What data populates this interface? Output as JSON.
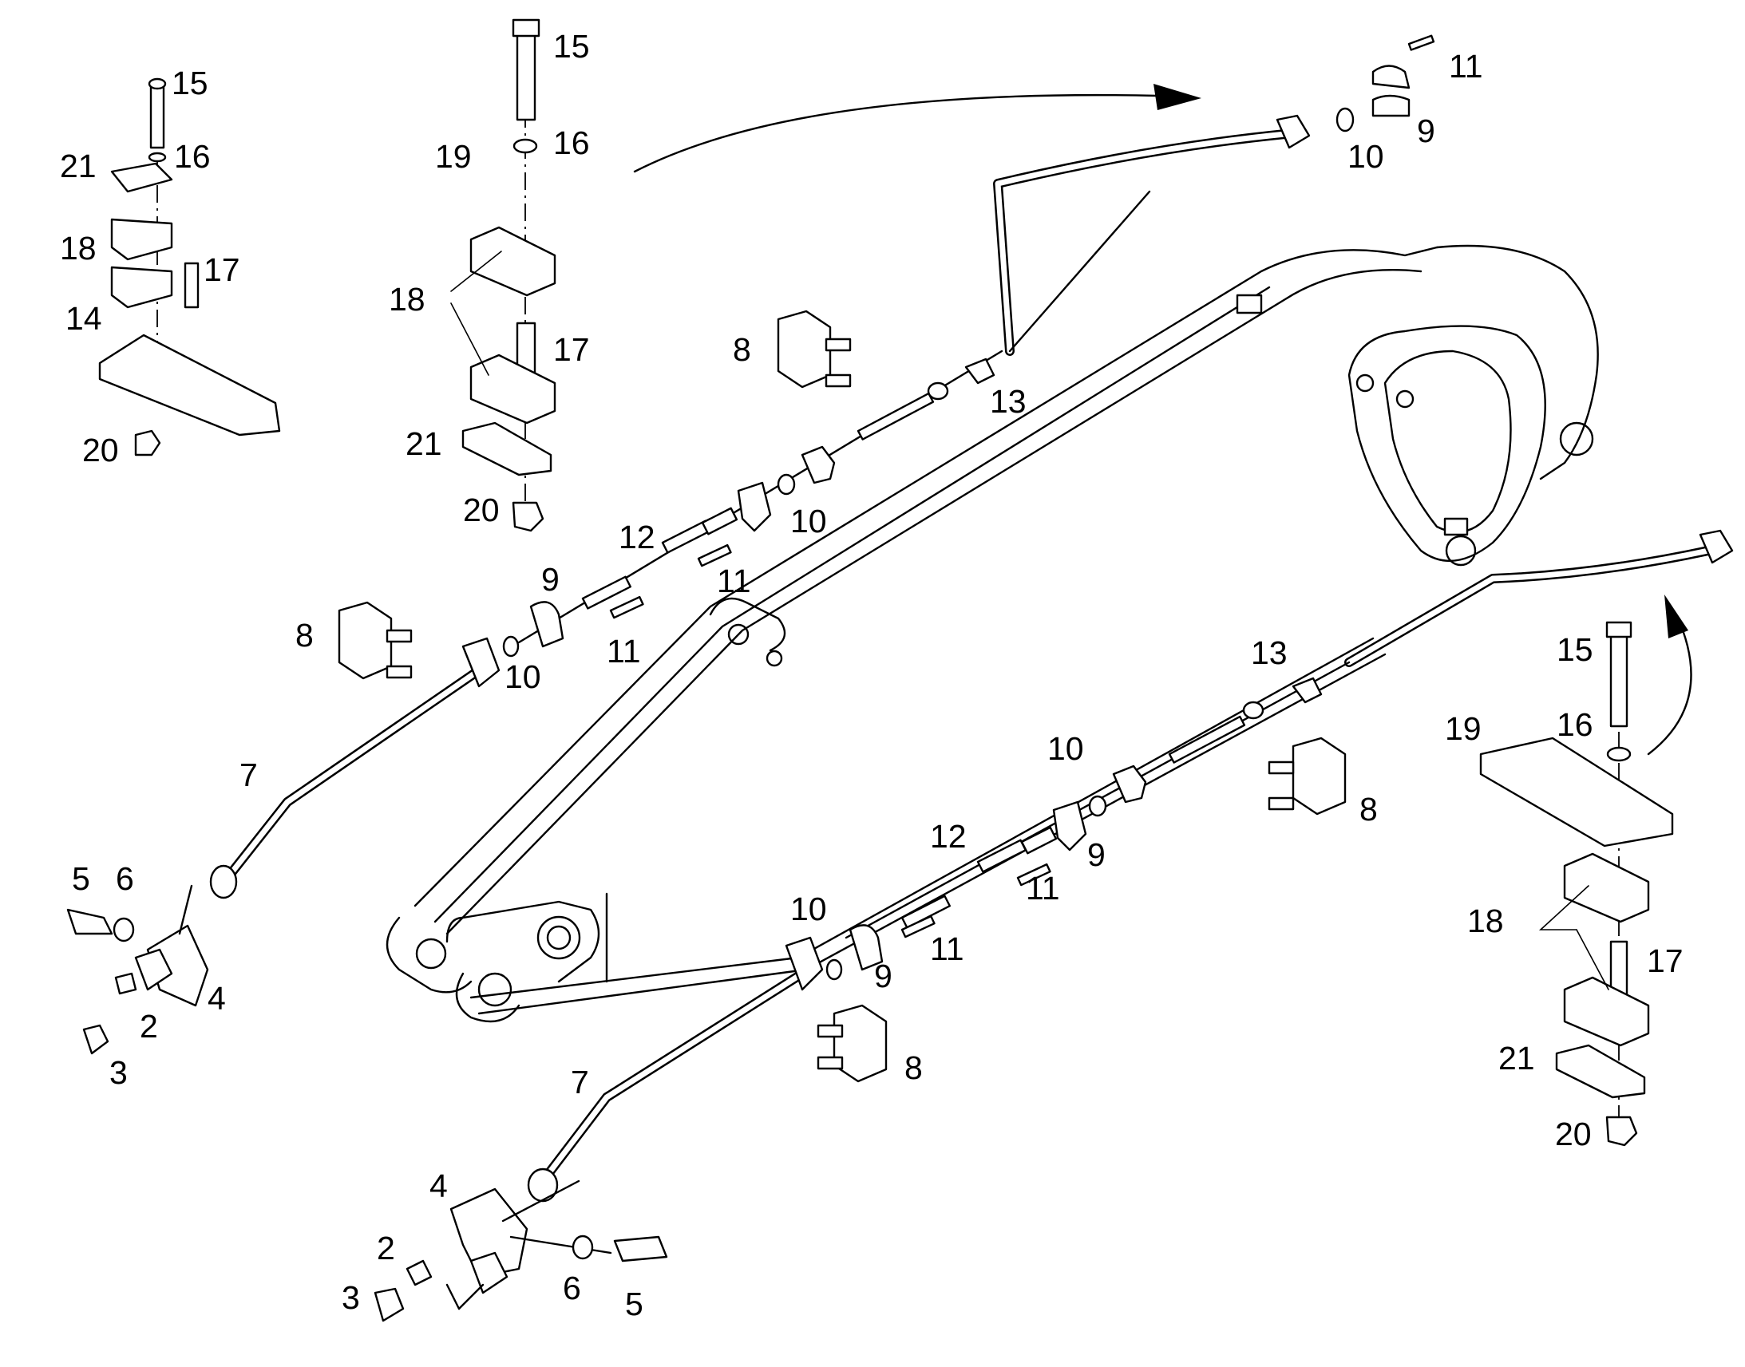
{
  "callouts": [
    {
      "id": "c01",
      "text": "15"
    },
    {
      "id": "c02",
      "text": "16"
    },
    {
      "id": "c03",
      "text": "21"
    },
    {
      "id": "c04",
      "text": "18"
    },
    {
      "id": "c05",
      "text": "17"
    },
    {
      "id": "c06",
      "text": "14"
    },
    {
      "id": "c07",
      "text": "20"
    },
    {
      "id": "c08",
      "text": "15"
    },
    {
      "id": "c09",
      "text": "19"
    },
    {
      "id": "c10",
      "text": "16"
    },
    {
      "id": "c11",
      "text": "18"
    },
    {
      "id": "c12",
      "text": "17"
    },
    {
      "id": "c13",
      "text": "21"
    },
    {
      "id": "c14",
      "text": "20"
    },
    {
      "id": "c15",
      "text": "11"
    },
    {
      "id": "c16",
      "text": "9"
    },
    {
      "id": "c17",
      "text": "10"
    },
    {
      "id": "c18",
      "text": "8"
    },
    {
      "id": "c19",
      "text": "13"
    },
    {
      "id": "c20",
      "text": "10"
    },
    {
      "id": "c21",
      "text": "12"
    },
    {
      "id": "c22",
      "text": "11"
    },
    {
      "id": "c23",
      "text": "9"
    },
    {
      "id": "c24",
      "text": "11"
    },
    {
      "id": "c25",
      "text": "8"
    },
    {
      "id": "c26",
      "text": "10"
    },
    {
      "id": "c27",
      "text": "7"
    },
    {
      "id": "c28",
      "text": "5"
    },
    {
      "id": "c29",
      "text": "6"
    },
    {
      "id": "c30",
      "text": "4"
    },
    {
      "id": "c31",
      "text": "2"
    },
    {
      "id": "c32",
      "text": "3"
    },
    {
      "id": "c33",
      "text": "13"
    },
    {
      "id": "c34",
      "text": "10"
    },
    {
      "id": "c35",
      "text": "8"
    },
    {
      "id": "c36",
      "text": "12"
    },
    {
      "id": "c37",
      "text": "9"
    },
    {
      "id": "c38",
      "text": "11"
    },
    {
      "id": "c39",
      "text": "10"
    },
    {
      "id": "c40",
      "text": "11"
    },
    {
      "id": "c41",
      "text": "9"
    },
    {
      "id": "c42",
      "text": "8"
    },
    {
      "id": "c43",
      "text": "7"
    },
    {
      "id": "c44",
      "text": "4"
    },
    {
      "id": "c45",
      "text": "2"
    },
    {
      "id": "c46",
      "text": "3"
    },
    {
      "id": "c47",
      "text": "6"
    },
    {
      "id": "c48",
      "text": "5"
    },
    {
      "id": "c49",
      "text": "15"
    },
    {
      "id": "c50",
      "text": "19"
    },
    {
      "id": "c51",
      "text": "16"
    },
    {
      "id": "c52",
      "text": "18"
    },
    {
      "id": "c53",
      "text": "17"
    },
    {
      "id": "c54",
      "text": "21"
    },
    {
      "id": "c55",
      "text": "20"
    }
  ]
}
